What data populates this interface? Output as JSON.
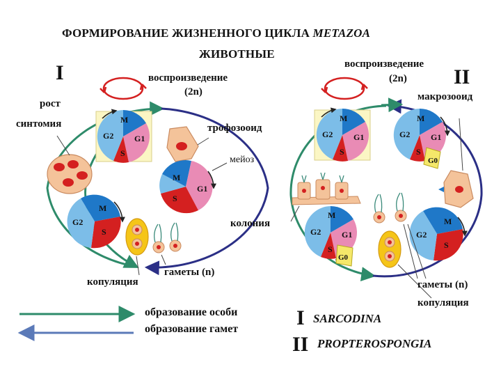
{
  "title": {
    "line1_prefix": "ФОРМИРОВАНИЕ ЖИЗНЕННОГО ЦИКЛА",
    "line1_italic": "METAZOA",
    "line2": "ЖИВОТНЫЕ"
  },
  "cycle_one": {
    "numeral": "I",
    "reproduction_top": "воспроизведение",
    "ploidy_top": "(2n)",
    "growth": "рост",
    "syntomy": "синтомия",
    "trophozoite": "трофозооид",
    "meiosis": "мейоз",
    "gametes": "гаметы (n)",
    "copulation": "копуляция",
    "phases": {
      "m": "M",
      "g1": "G1",
      "g2": "G2",
      "s": "S"
    }
  },
  "cycle_two": {
    "numeral": "II",
    "reproduction_top": "воспроизведение",
    "ploidy_top": "(2n)",
    "macrozooid": "макрозооид",
    "colony": "колония",
    "gametes": "гаметы (n)",
    "copulation": "копуляция",
    "phases": {
      "m": "M",
      "g1": "G1",
      "g2": "G2",
      "s": "S",
      "g0": "G0"
    }
  },
  "legend": {
    "green": "образование особи",
    "blue": "образование гамет",
    "key_one_numeral": "I",
    "key_one_name": "SARCODINA",
    "key_two_numeral": "II",
    "key_two_name": "PROPTEROSPONGIA"
  },
  "colors": {
    "green_arrow": "#2e8b6a",
    "blue_arrow": "#2b2f86",
    "red_arrow": "#d42020",
    "phase_m": "#1f78c8",
    "phase_g1": "#e98bb5",
    "phase_g2": "#7cbde8",
    "phase_s": "#d42020",
    "phase_g0": "#f5e86a",
    "cell_fill": "#f4c39a"
  }
}
